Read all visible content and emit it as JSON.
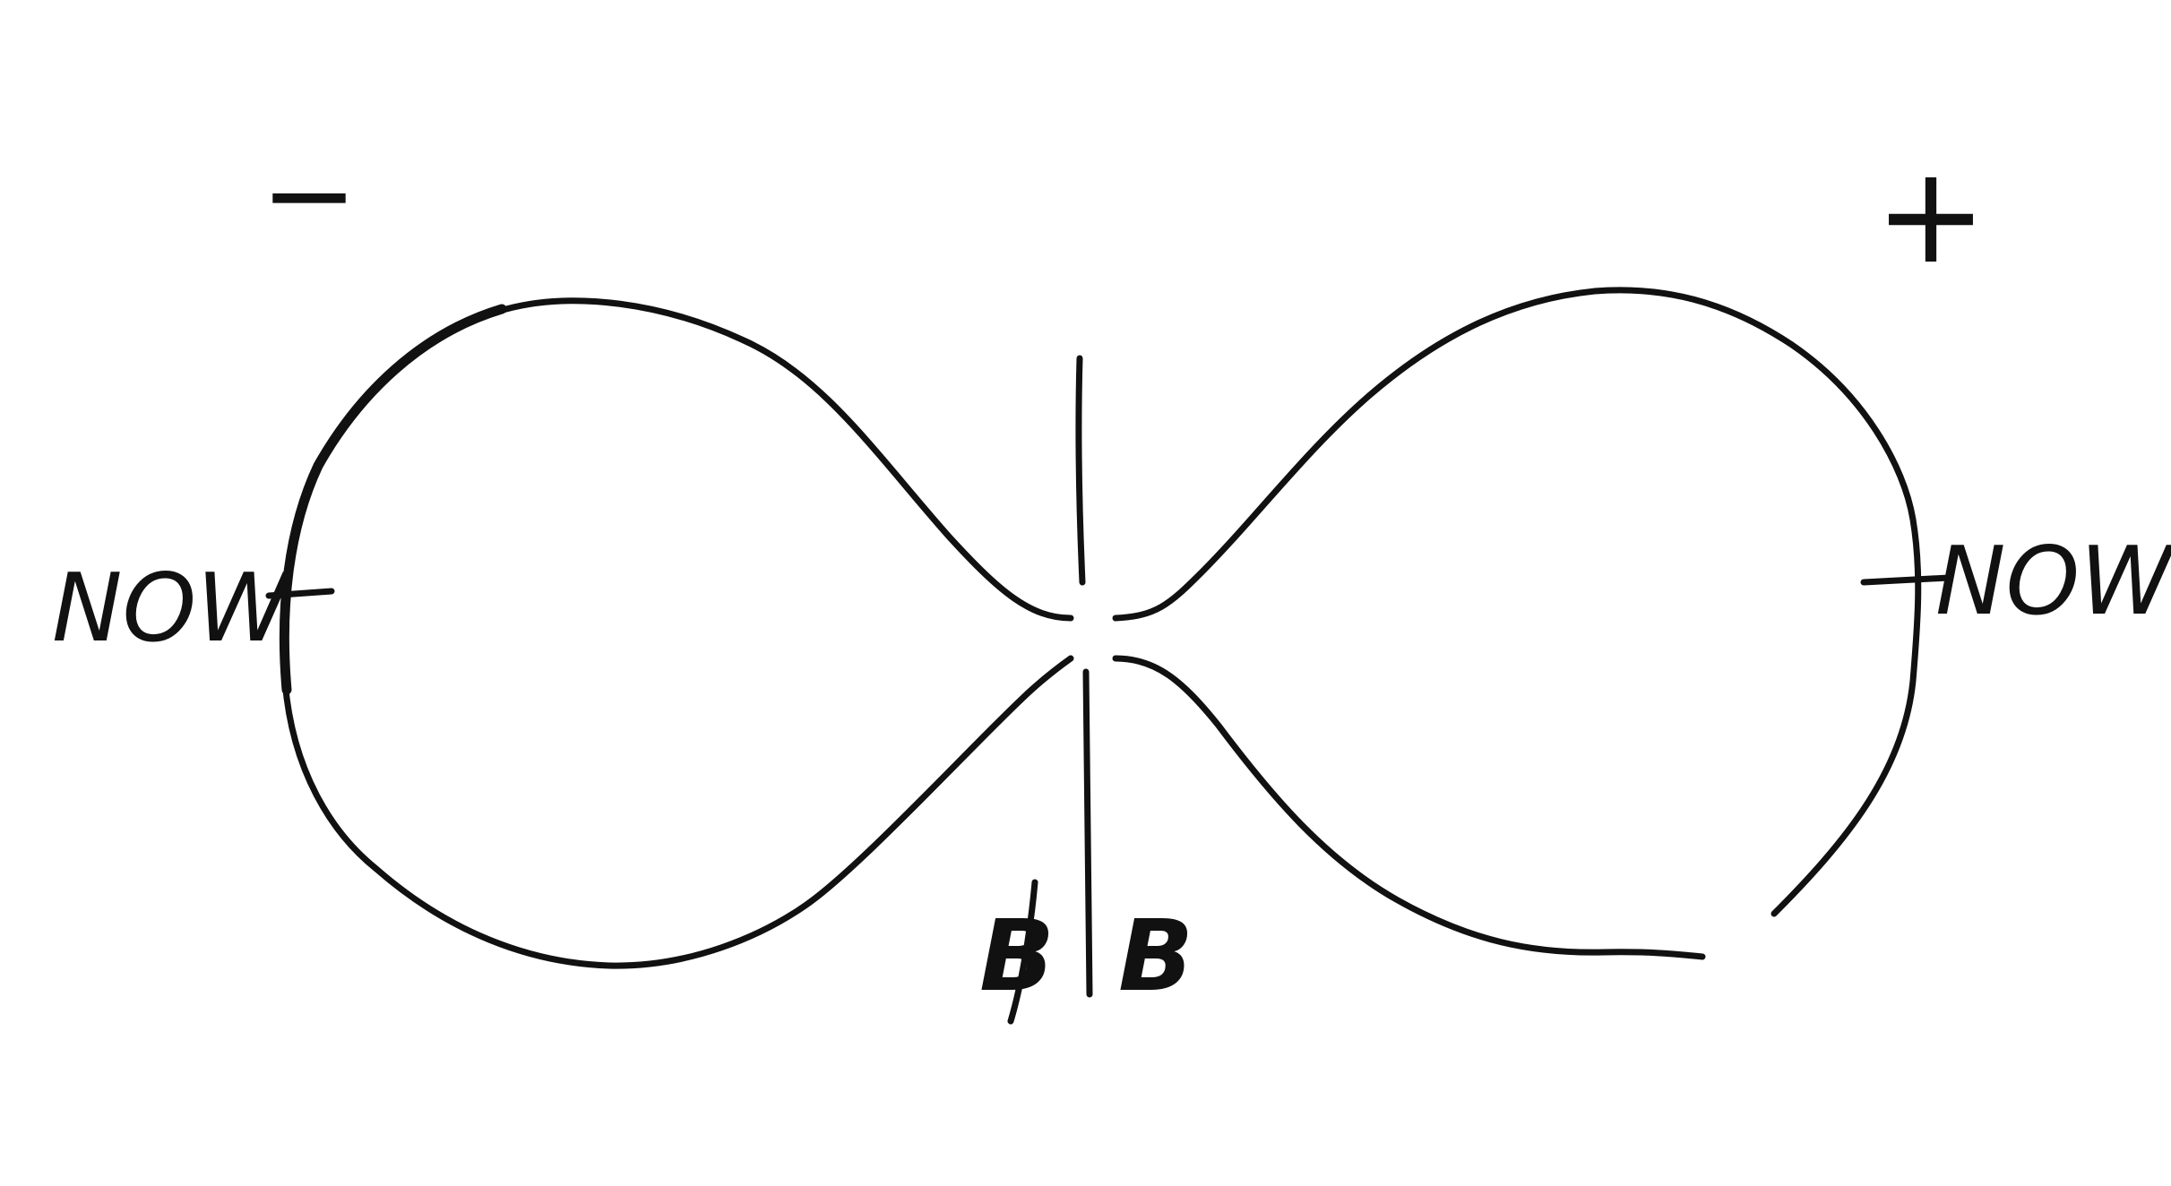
{
  "diagram": {
    "left_sign": "−",
    "right_sign": "+",
    "left_now_label": "NOW",
    "right_now_label": "NOW",
    "bottom_left_label": "B",
    "bottom_right_label": "B",
    "ink_color": "#111111",
    "background_color": "#ffffff"
  }
}
